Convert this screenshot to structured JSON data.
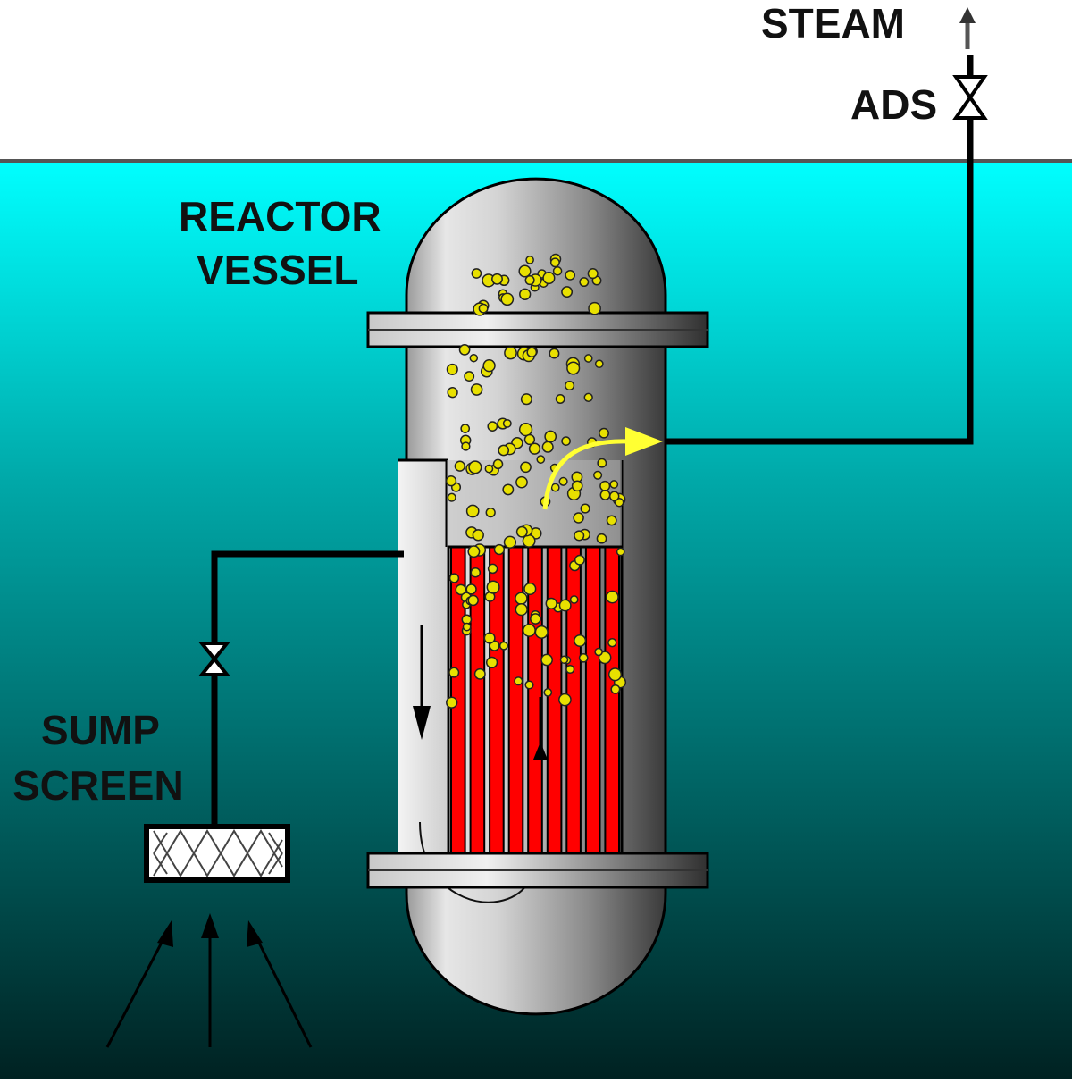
{
  "labels": {
    "steam": "STEAM",
    "ads": "ADS",
    "reactor_vessel_line1": "REACTOR",
    "reactor_vessel_line2": "VESSEL",
    "sump_screen_line1": "SUMP",
    "sump_screen_line2": "SCREEN"
  },
  "colors": {
    "water_top": "#00ffff",
    "water_bottom": "#002222",
    "fuel_rod": "#ff0000",
    "steam_bubble": "#e8e000",
    "steam_flow_arrow": "#ffff33",
    "pipe": "#000000",
    "label_text": "#111111"
  }
}
